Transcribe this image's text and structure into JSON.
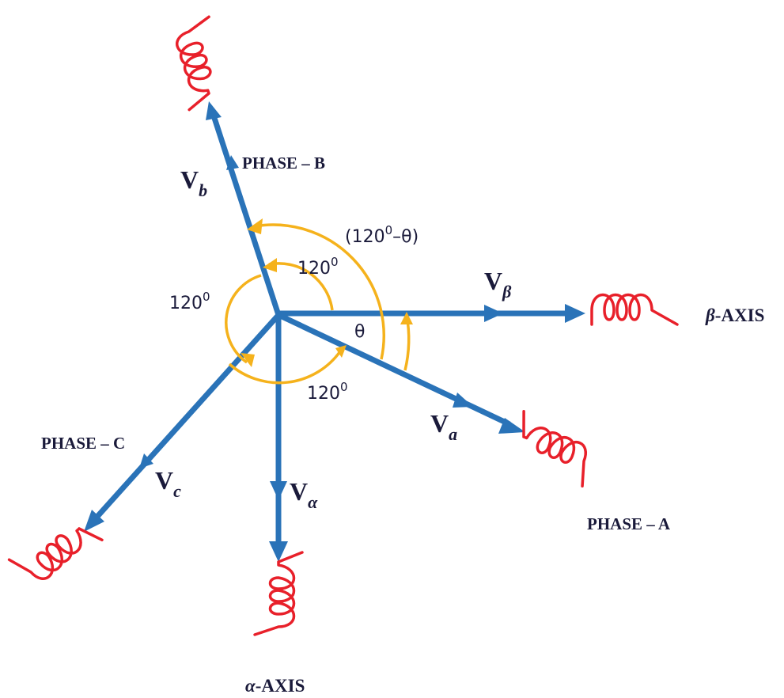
{
  "labels": {
    "phase_a": "PHASE – A",
    "phase_b": "PHASE – B",
    "phase_c": "PHASE – C",
    "alpha_axis_symbol": "α",
    "alpha_axis_text": "-AXIS",
    "beta_axis_symbol": "β",
    "beta_axis_text": "-AXIS"
  },
  "vectors": {
    "va": {
      "main": "V",
      "sub": "a"
    },
    "vb": {
      "main": "V",
      "sub": "b"
    },
    "vc": {
      "main": "V",
      "sub": "c"
    },
    "v_alpha": {
      "main": "V",
      "sub": "α"
    },
    "v_beta": {
      "main": "V",
      "sub": "β"
    }
  },
  "angles": {
    "theta": "θ",
    "ab": {
      "value": "120",
      "sup": "0"
    },
    "bc": {
      "value": "120",
      "sup": "0"
    },
    "ca": {
      "value": "120",
      "sup": "0"
    },
    "diff": {
      "open": "(120",
      "sup": "0",
      "close": "–θ)"
    }
  },
  "colors": {
    "vector": "#2a73b8",
    "coil": "#e8202a",
    "arc": "#f5b21c",
    "text": "#1a1a3a"
  },
  "icons": {
    "coil": "inductor-coil-icon",
    "arrow": "arrowhead-icon"
  }
}
